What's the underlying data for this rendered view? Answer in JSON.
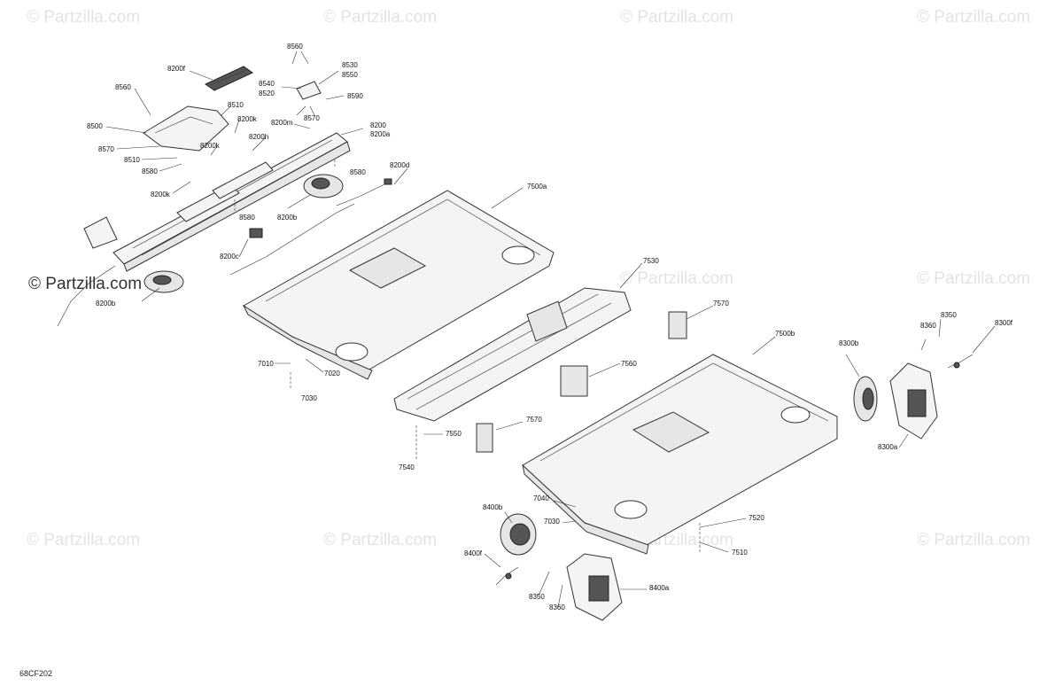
{
  "watermark": "© Partzilla.com",
  "watermark_prominent": "© Partzilla.com",
  "diagram_code": "68CF202",
  "labels": {
    "l8560a": "8560",
    "l8200f": "8200f",
    "l8530": "8530",
    "l8550": "8550",
    "l8540": "8540",
    "l8520": "8520",
    "l8590": "8590",
    "l8560b": "8560",
    "l8510a": "8510",
    "l8200ka": "8200k",
    "l8570a": "8570",
    "l8500": "8500",
    "l8200m": "8200m",
    "l8200": "8200",
    "l8200a": "8200a",
    "l8200h": "8200h",
    "l8570b": "8570",
    "l8200kb": "8200k",
    "l8510b": "8510",
    "l8580a": "8580",
    "l8580b": "8580",
    "l8200d": "8200d",
    "l8200kc": "8200k",
    "l8200b1": "8200b",
    "l8580c": "8580",
    "l7500a": "7500a",
    "l8200c": "8200c",
    "l8200b2": "8200b",
    "l7530": "7530",
    "l7570a": "7570",
    "l7010": "7010",
    "l7020": "7020",
    "l7030": "7030",
    "l7560": "7560",
    "l7500b": "7500b",
    "l8350a": "8350",
    "l8360a": "8360",
    "l8300f": "8300f",
    "l8300b": "8300b",
    "l7550": "7550",
    "l7570b": "7570",
    "l8300a": "8300a",
    "l7540": "7540",
    "l7040": "7040",
    "l8400b": "8400b",
    "l7030b": "7030",
    "l7520": "7520",
    "l7510": "7510",
    "l8400f": "8400f",
    "l8400a": "8400a",
    "l8350b": "8350",
    "l8360b": "8360"
  }
}
